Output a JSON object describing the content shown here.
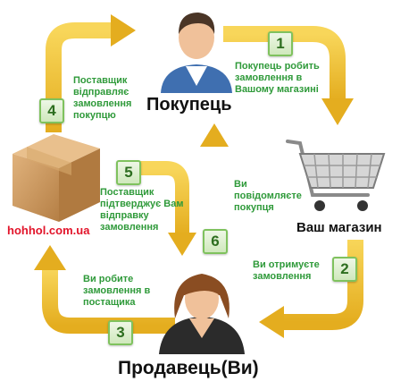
{
  "buyer": {
    "title": "Покупець",
    "icon": "buyer-person-icon"
  },
  "seller": {
    "title": "Продавець(Ви)",
    "icon": "seller-person-icon"
  },
  "shop": {
    "title": "Ваш магазин",
    "icon": "shopping-cart-icon"
  },
  "supplier": {
    "site": "hohhol.com.ua",
    "icon": "cardboard-box-icon"
  },
  "steps": [
    {
      "number": "1",
      "text": "Покупець робить замовлення в Вашому магазині"
    },
    {
      "number": "2",
      "text": "Ви отримуєте замовлення"
    },
    {
      "number": "3",
      "text": "Ви робите замовлення в постащика"
    },
    {
      "number": "4",
      "text": "Поставщик відправляє замовлення покупцю"
    },
    {
      "number": "5",
      "text": "Поставщик підтверджує Вам відправку замовлення"
    },
    {
      "number": "6",
      "text": "Ви повідомляєте покупця"
    }
  ],
  "colors": {
    "arrow": "#f2c12e",
    "arrow_dark": "#d9a21a",
    "step_text": "#2f9a3a",
    "site": "#e2142a"
  }
}
